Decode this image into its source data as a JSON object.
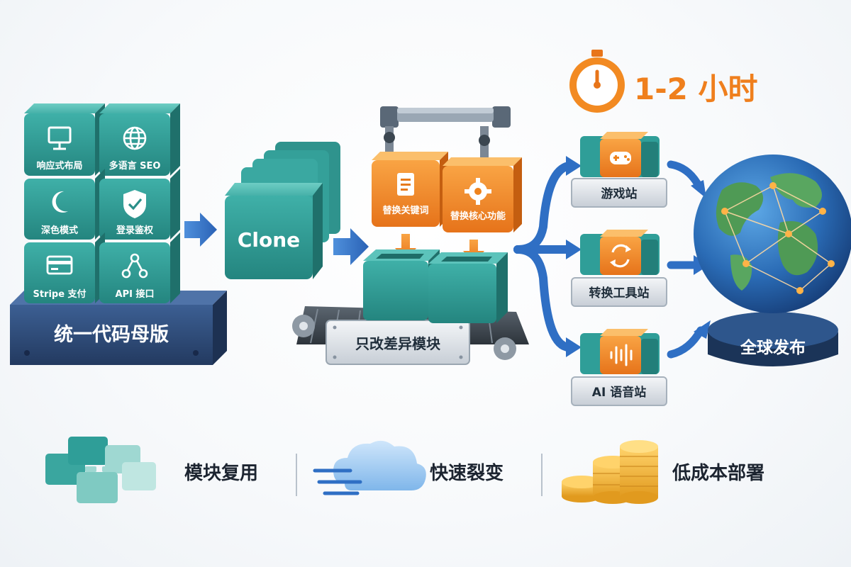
{
  "master": {
    "base_label": "统一代码母版",
    "modules": [
      {
        "label": "响应式布局",
        "icon": "monitor-icon"
      },
      {
        "label": "多语言 SEO",
        "icon": "globe-icon"
      },
      {
        "label": "深色模式",
        "icon": "moon-icon"
      },
      {
        "label": "登录鉴权",
        "icon": "shield-check-icon"
      },
      {
        "label": "Stripe 支付",
        "icon": "credit-card-icon"
      },
      {
        "label": "API 接口",
        "icon": "share-nodes-icon"
      }
    ]
  },
  "clone": {
    "label": "Clone"
  },
  "assembly": {
    "replace_keywords": "替换关键词",
    "replace_features": "替换核心功能",
    "conveyor_label": "只改差异模块"
  },
  "timer": {
    "text": "1-2 小时",
    "icon": "stopwatch-icon"
  },
  "sites": [
    {
      "label": "游戏站",
      "icon": "gamepad-icon"
    },
    {
      "label": "转换工具站",
      "icon": "convert-arrows-icon"
    },
    {
      "label": "AI 语音站",
      "icon": "sound-wave-icon"
    }
  ],
  "globe": {
    "label": "全球发布",
    "icon": "globe-network-icon"
  },
  "benefits": [
    {
      "label": "模块复用",
      "icon": "blocks-icon"
    },
    {
      "label": "快速裂变",
      "icon": "fast-cloud-icon"
    },
    {
      "label": "低成本部署",
      "icon": "coins-icon"
    }
  ],
  "colors": {
    "teal": "#2f9e98",
    "navy": "#2e4a75",
    "orange": "#f0841c",
    "blue_arrow": "#2f6fc4"
  }
}
